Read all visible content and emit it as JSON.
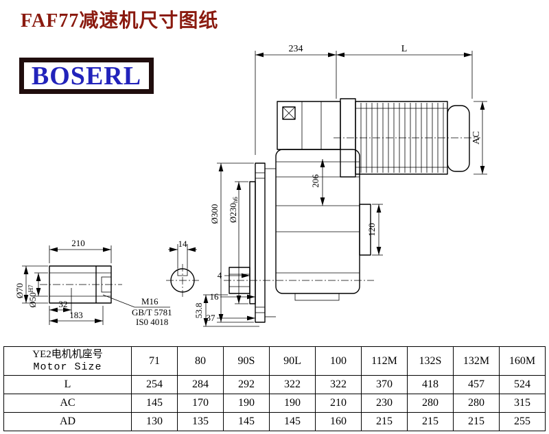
{
  "page": {
    "title": "FAF77减速机尺寸图纸",
    "logo_text": "BOSERL"
  },
  "colors": {
    "title_text": "#8a1a0f",
    "logo_text": "#2223bb",
    "logo_border": "#200d0d",
    "drawing_lines": "#000000"
  },
  "drawing": {
    "dim_234": "234",
    "dim_L": "L",
    "dim_AC": "AC",
    "dim_206": "206",
    "dim_300": "Ø300",
    "dim_230_main": "Ø230",
    "dim_230_tol": "h6",
    "dim_120": "120",
    "dim_210": "210",
    "dim_14": "14",
    "dim_70": "Ø70",
    "dim_50_main": "Ø50",
    "dim_50_tol": "H7",
    "dim_32": "32",
    "dim_183": "183",
    "thread_callout": "M16",
    "thread_standard": "GB/T 5781",
    "thread_iso": "IS0 4018",
    "dim_4": "4",
    "dim_16": "16",
    "dim_37": "37",
    "dim_53_8": "53.8"
  },
  "table": {
    "header_cn": "YE2电机机座号",
    "header_en": "Motor Size",
    "sizes": [
      "71",
      "80",
      "90S",
      "90L",
      "100",
      "112M",
      "132S",
      "132M",
      "160M"
    ],
    "rows": [
      {
        "label": "L",
        "values": [
          "254",
          "284",
          "292",
          "322",
          "322",
          "370",
          "418",
          "457",
          "524"
        ]
      },
      {
        "label": "AC",
        "values": [
          "145",
          "170",
          "190",
          "190",
          "210",
          "230",
          "280",
          "280",
          "315"
        ]
      },
      {
        "label": "AD",
        "values": [
          "130",
          "135",
          "145",
          "145",
          "160",
          "215",
          "215",
          "215",
          "255"
        ]
      }
    ]
  }
}
